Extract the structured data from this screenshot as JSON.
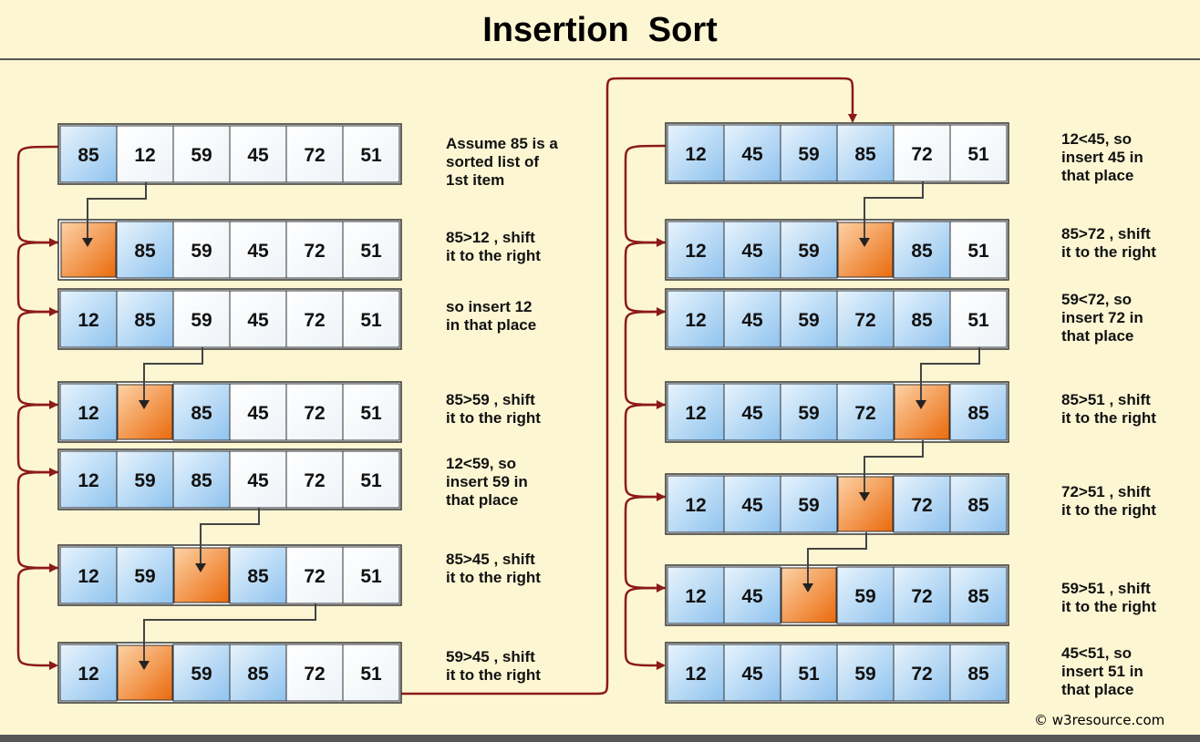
{
  "title": "Insertion  Sort",
  "copyright": "© w3resource.com",
  "colors": {
    "background": "#fdf6d3",
    "sorted_cell": "#a9d4f5",
    "unsorted_cell": "#ffffff",
    "hole_cell": "#f07b1c",
    "arrow": "#8b1a1a",
    "pointer": "#333333"
  },
  "columns": [
    {
      "rows": [
        {
          "cells": [
            {
              "v": "85",
              "s": "sorted"
            },
            {
              "v": "12",
              "s": "unsorted"
            },
            {
              "v": "59",
              "s": "unsorted"
            },
            {
              "v": "45",
              "s": "unsorted"
            },
            {
              "v": "72",
              "s": "unsorted"
            },
            {
              "v": "51",
              "s": "unsorted"
            }
          ],
          "note": "Assume 85 is a\nsorted list of\n1st item"
        },
        {
          "cells": [
            {
              "v": "",
              "s": "hole"
            },
            {
              "v": "85",
              "s": "sorted"
            },
            {
              "v": "59",
              "s": "unsorted"
            },
            {
              "v": "45",
              "s": "unsorted"
            },
            {
              "v": "72",
              "s": "unsorted"
            },
            {
              "v": "51",
              "s": "unsorted"
            }
          ],
          "note": "85>12 , shift\nit to the right"
        },
        {
          "cells": [
            {
              "v": "12",
              "s": "sorted"
            },
            {
              "v": "85",
              "s": "sorted"
            },
            {
              "v": "59",
              "s": "unsorted"
            },
            {
              "v": "45",
              "s": "unsorted"
            },
            {
              "v": "72",
              "s": "unsorted"
            },
            {
              "v": "51",
              "s": "unsorted"
            }
          ],
          "note": "so insert 12\nin that place"
        },
        {
          "cells": [
            {
              "v": "12",
              "s": "sorted"
            },
            {
              "v": "",
              "s": "hole"
            },
            {
              "v": "85",
              "s": "sorted"
            },
            {
              "v": "45",
              "s": "unsorted"
            },
            {
              "v": "72",
              "s": "unsorted"
            },
            {
              "v": "51",
              "s": "unsorted"
            }
          ],
          "note": "85>59 , shift\nit to the right"
        },
        {
          "cells": [
            {
              "v": "12",
              "s": "sorted"
            },
            {
              "v": "59",
              "s": "sorted"
            },
            {
              "v": "85",
              "s": "sorted"
            },
            {
              "v": "45",
              "s": "unsorted"
            },
            {
              "v": "72",
              "s": "unsorted"
            },
            {
              "v": "51",
              "s": "unsorted"
            }
          ],
          "note": "12<59, so\ninsert 59 in\nthat place"
        },
        {
          "cells": [
            {
              "v": "12",
              "s": "sorted"
            },
            {
              "v": "59",
              "s": "sorted"
            },
            {
              "v": "",
              "s": "hole"
            },
            {
              "v": "85",
              "s": "sorted"
            },
            {
              "v": "72",
              "s": "unsorted"
            },
            {
              "v": "51",
              "s": "unsorted"
            }
          ],
          "note": "85>45 , shift\nit to the right"
        },
        {
          "cells": [
            {
              "v": "12",
              "s": "sorted"
            },
            {
              "v": "",
              "s": "hole"
            },
            {
              "v": "59",
              "s": "sorted"
            },
            {
              "v": "85",
              "s": "sorted"
            },
            {
              "v": "72",
              "s": "unsorted"
            },
            {
              "v": "51",
              "s": "unsorted"
            }
          ],
          "note": "59>45 , shift\nit to the right"
        }
      ]
    },
    {
      "rows": [
        {
          "cells": [
            {
              "v": "12",
              "s": "sorted"
            },
            {
              "v": "45",
              "s": "sorted"
            },
            {
              "v": "59",
              "s": "sorted"
            },
            {
              "v": "85",
              "s": "sorted"
            },
            {
              "v": "72",
              "s": "unsorted"
            },
            {
              "v": "51",
              "s": "unsorted"
            }
          ],
          "note": "12<45, so\ninsert 45 in\nthat place"
        },
        {
          "cells": [
            {
              "v": "12",
              "s": "sorted"
            },
            {
              "v": "45",
              "s": "sorted"
            },
            {
              "v": "59",
              "s": "sorted"
            },
            {
              "v": "",
              "s": "hole"
            },
            {
              "v": "85",
              "s": "sorted"
            },
            {
              "v": "51",
              "s": "unsorted"
            }
          ],
          "note": "85>72 , shift\nit to the right"
        },
        {
          "cells": [
            {
              "v": "12",
              "s": "sorted"
            },
            {
              "v": "45",
              "s": "sorted"
            },
            {
              "v": "59",
              "s": "sorted"
            },
            {
              "v": "72",
              "s": "sorted"
            },
            {
              "v": "85",
              "s": "sorted"
            },
            {
              "v": "51",
              "s": "unsorted"
            }
          ],
          "note": "59<72, so\ninsert 72 in\nthat place"
        },
        {
          "cells": [
            {
              "v": "12",
              "s": "sorted"
            },
            {
              "v": "45",
              "s": "sorted"
            },
            {
              "v": "59",
              "s": "sorted"
            },
            {
              "v": "72",
              "s": "sorted"
            },
            {
              "v": "",
              "s": "hole"
            },
            {
              "v": "85",
              "s": "sorted"
            }
          ],
          "note": "85>51 , shift\nit to the right"
        },
        {
          "cells": [
            {
              "v": "12",
              "s": "sorted"
            },
            {
              "v": "45",
              "s": "sorted"
            },
            {
              "v": "59",
              "s": "sorted"
            },
            {
              "v": "",
              "s": "hole"
            },
            {
              "v": "72",
              "s": "sorted"
            },
            {
              "v": "85",
              "s": "sorted"
            }
          ],
          "note": "72>51 , shift\nit to the right"
        },
        {
          "cells": [
            {
              "v": "12",
              "s": "sorted"
            },
            {
              "v": "45",
              "s": "sorted"
            },
            {
              "v": "",
              "s": "hole"
            },
            {
              "v": "59",
              "s": "sorted"
            },
            {
              "v": "72",
              "s": "sorted"
            },
            {
              "v": "85",
              "s": "sorted"
            }
          ],
          "note": "59>51 , shift\nit to the right"
        },
        {
          "cells": [
            {
              "v": "12",
              "s": "sorted"
            },
            {
              "v": "45",
              "s": "sorted"
            },
            {
              "v": "51",
              "s": "sorted"
            },
            {
              "v": "59",
              "s": "sorted"
            },
            {
              "v": "72",
              "s": "sorted"
            },
            {
              "v": "85",
              "s": "sorted"
            }
          ],
          "note": "45<51, so\ninsert 51 in\nthat place"
        }
      ]
    }
  ]
}
